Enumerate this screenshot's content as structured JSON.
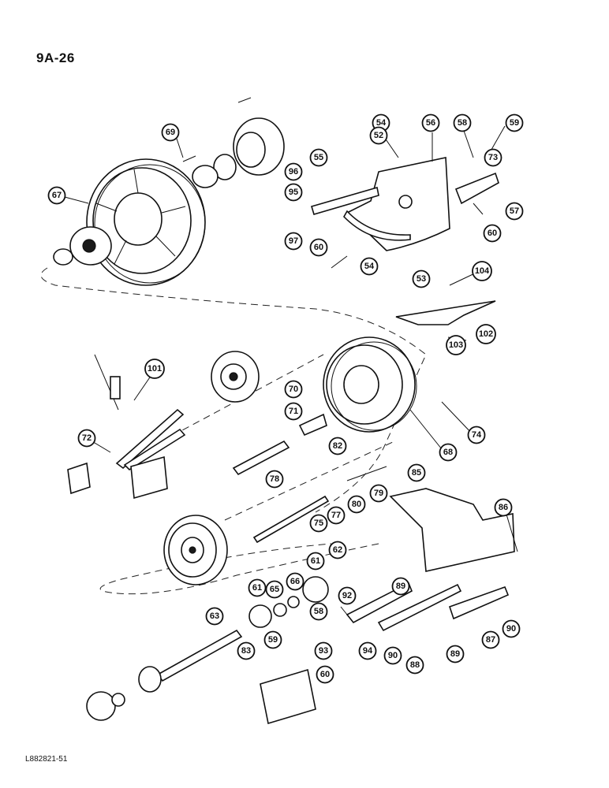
{
  "page_code": "9A-26",
  "footer_code": "L882821-51",
  "callouts": [
    {
      "label": "54"
    },
    {
      "label": "56"
    },
    {
      "label": "58"
    },
    {
      "label": "59"
    },
    {
      "label": "69"
    },
    {
      "label": "52"
    },
    {
      "label": "73"
    },
    {
      "label": "55"
    },
    {
      "label": "96"
    },
    {
      "label": "67"
    },
    {
      "label": "95"
    },
    {
      "label": "57"
    },
    {
      "label": "97"
    },
    {
      "label": "60"
    },
    {
      "label": "60"
    },
    {
      "label": "54"
    },
    {
      "label": "53"
    },
    {
      "label": "104"
    },
    {
      "label": "102"
    },
    {
      "label": "103"
    },
    {
      "label": "101"
    },
    {
      "label": "70"
    },
    {
      "label": "71"
    },
    {
      "label": "72"
    },
    {
      "label": "82"
    },
    {
      "label": "74"
    },
    {
      "label": "68"
    },
    {
      "label": "78"
    },
    {
      "label": "85"
    },
    {
      "label": "79"
    },
    {
      "label": "80"
    },
    {
      "label": "77"
    },
    {
      "label": "75"
    },
    {
      "label": "86"
    },
    {
      "label": "62"
    },
    {
      "label": "61"
    },
    {
      "label": "66"
    },
    {
      "label": "65"
    },
    {
      "label": "61"
    },
    {
      "label": "92"
    },
    {
      "label": "89"
    },
    {
      "label": "63"
    },
    {
      "label": "58"
    },
    {
      "label": "90"
    },
    {
      "label": "59"
    },
    {
      "label": "87"
    },
    {
      "label": "83"
    },
    {
      "label": "93"
    },
    {
      "label": "94"
    },
    {
      "label": "90"
    },
    {
      "label": "88"
    },
    {
      "label": "89"
    },
    {
      "label": "60"
    }
  ]
}
